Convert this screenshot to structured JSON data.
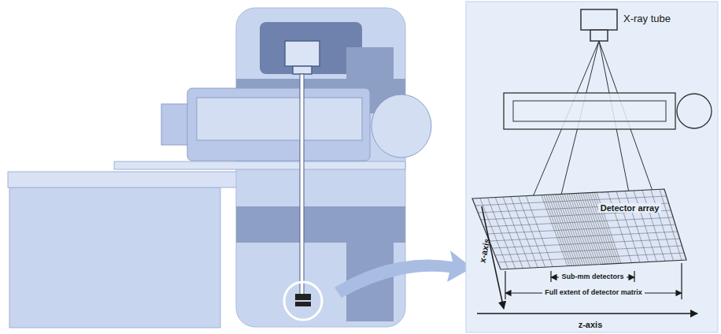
{
  "diagram": {
    "labels": [
      "X-ray tube",
      "Detector array",
      "x-axis",
      "Sub-mm detectors",
      "Full extent of detector matrix",
      "z-axis"
    ]
  }
}
